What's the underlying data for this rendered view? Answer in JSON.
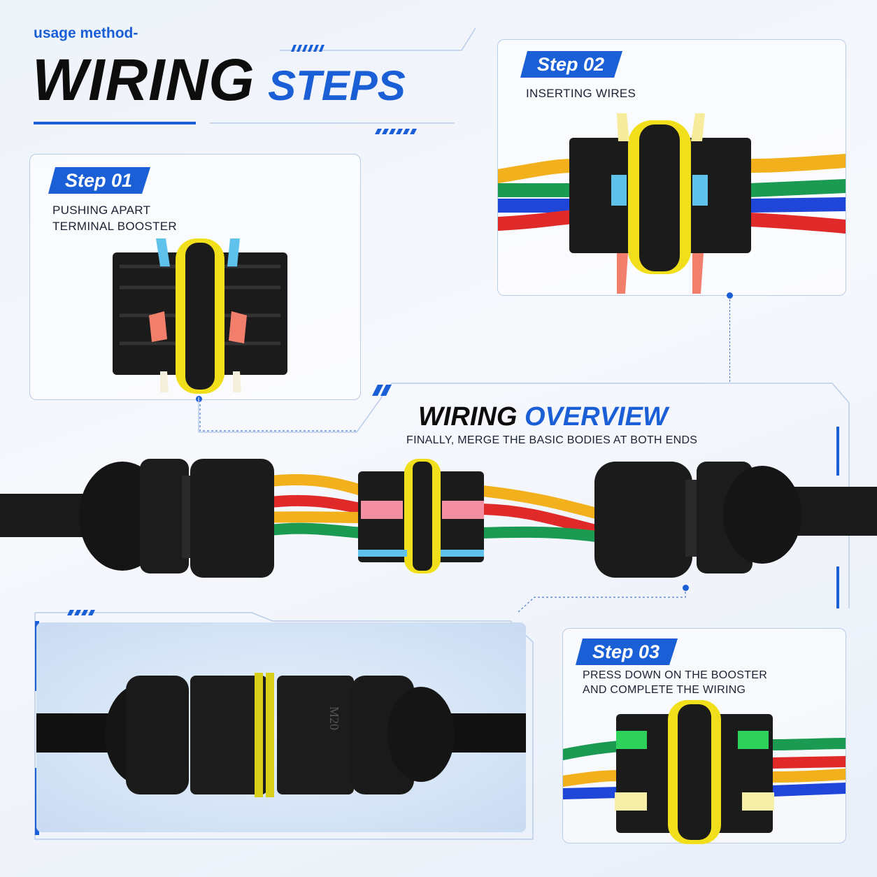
{
  "header": {
    "subtitle": "usage method-",
    "title_black": "WIRING",
    "title_blue": "STEPS"
  },
  "steps": [
    {
      "badge": "Step 01",
      "lines": [
        "PUSHING APART",
        "TERMINAL BOOSTER"
      ]
    },
    {
      "badge": "Step 02",
      "lines": [
        "INSERTING WIRES"
      ]
    },
    {
      "badge": "Step 03",
      "lines": [
        "PRESS DOWN ON THE BOOSTER",
        "AND COMPLETE THE WIRING"
      ]
    }
  ],
  "overview": {
    "title_black": "WIRING",
    "title_blue": "OVERVIEW",
    "caption": "FINALLY, MERGE THE BASIC BODIES AT BOTH ENDS"
  },
  "markings": {
    "m20": "M20"
  },
  "colors": {
    "accent": "#1a5fd6",
    "wire_yellow": "#f2b11c",
    "wire_red": "#e02a2a",
    "wire_green": "#1b9a52",
    "wire_blue": "#1f46d8",
    "connector_ring": "#f2df1c"
  }
}
